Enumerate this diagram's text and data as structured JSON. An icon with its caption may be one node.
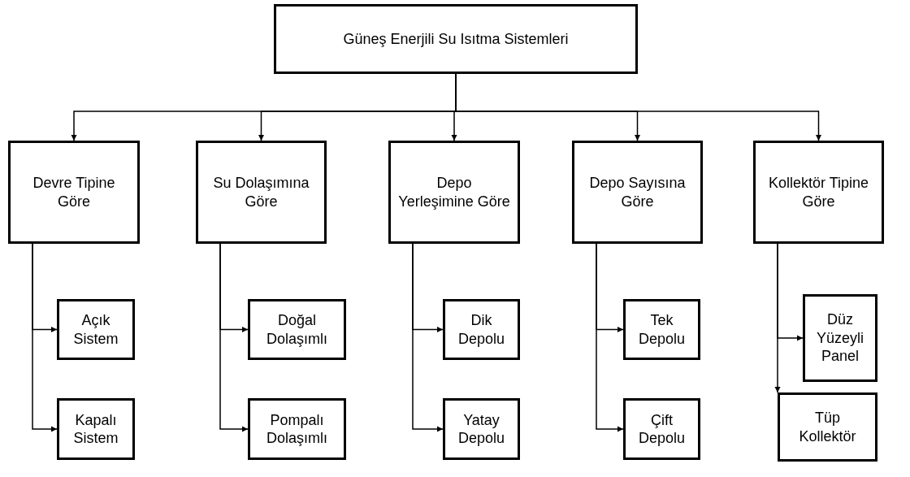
{
  "diagram": {
    "nodes": [
      {
        "text": [
          "Güneş Enerjili Su Isıtma Sistemleri"
        ]
      },
      {
        "text": [
          "Devre Tipine Göre"
        ]
      },
      {
        "text": [
          "Su Dolaşımına Göre"
        ]
      },
      {
        "text": [
          "Depo Yerleşimine Göre"
        ]
      },
      {
        "text": [
          "Depo Sayısına Göre"
        ]
      },
      {
        "text": [
          "Kollektör Tipine Göre"
        ]
      },
      {
        "text": [
          "Açık Sistem"
        ]
      },
      {
        "text": [
          "Kapalı Sistem"
        ]
      },
      {
        "text": [
          "Doğal Dolaşımlı"
        ]
      },
      {
        "text": [
          "Pompalı Dolaşımlı"
        ]
      },
      {
        "text": [
          "Dik Depolu"
        ]
      },
      {
        "text": [
          "Yatay Depolu"
        ]
      },
      {
        "text": [
          "Tek Depolu"
        ]
      },
      {
        "text": [
          "Çift Depolu"
        ]
      },
      {
        "text": [
          "Düz Yüzeyli Panel"
        ]
      },
      {
        "text": [
          "Tüp Kollektör"
        ]
      }
    ],
    "edges": [
      {
        "from": 0,
        "to": 1,
        "arrow": "to"
      },
      {
        "from": 0,
        "to": 2,
        "arrow": "to"
      },
      {
        "from": 0,
        "to": 3,
        "arrow": "to"
      },
      {
        "from": 0,
        "to": 4,
        "arrow": "to"
      },
      {
        "from": 0,
        "to": 5,
        "arrow": "to"
      },
      {
        "from": 1,
        "to": 6,
        "arrow": "to"
      },
      {
        "from": 1,
        "to": 7,
        "arrow": "to"
      },
      {
        "from": 2,
        "to": 8,
        "arrow": "to"
      },
      {
        "from": 2,
        "to": 9,
        "arrow": "to"
      },
      {
        "from": 3,
        "to": 10,
        "arrow": "to"
      },
      {
        "from": 3,
        "to": 11,
        "arrow": "to"
      },
      {
        "from": 4,
        "to": 12,
        "arrow": "to"
      },
      {
        "from": 4,
        "to": 13,
        "arrow": "to"
      },
      {
        "from": 5,
        "to": 14,
        "arrow": "to"
      },
      {
        "from": 5,
        "to": 15,
        "arrow": "to"
      }
    ]
  }
}
